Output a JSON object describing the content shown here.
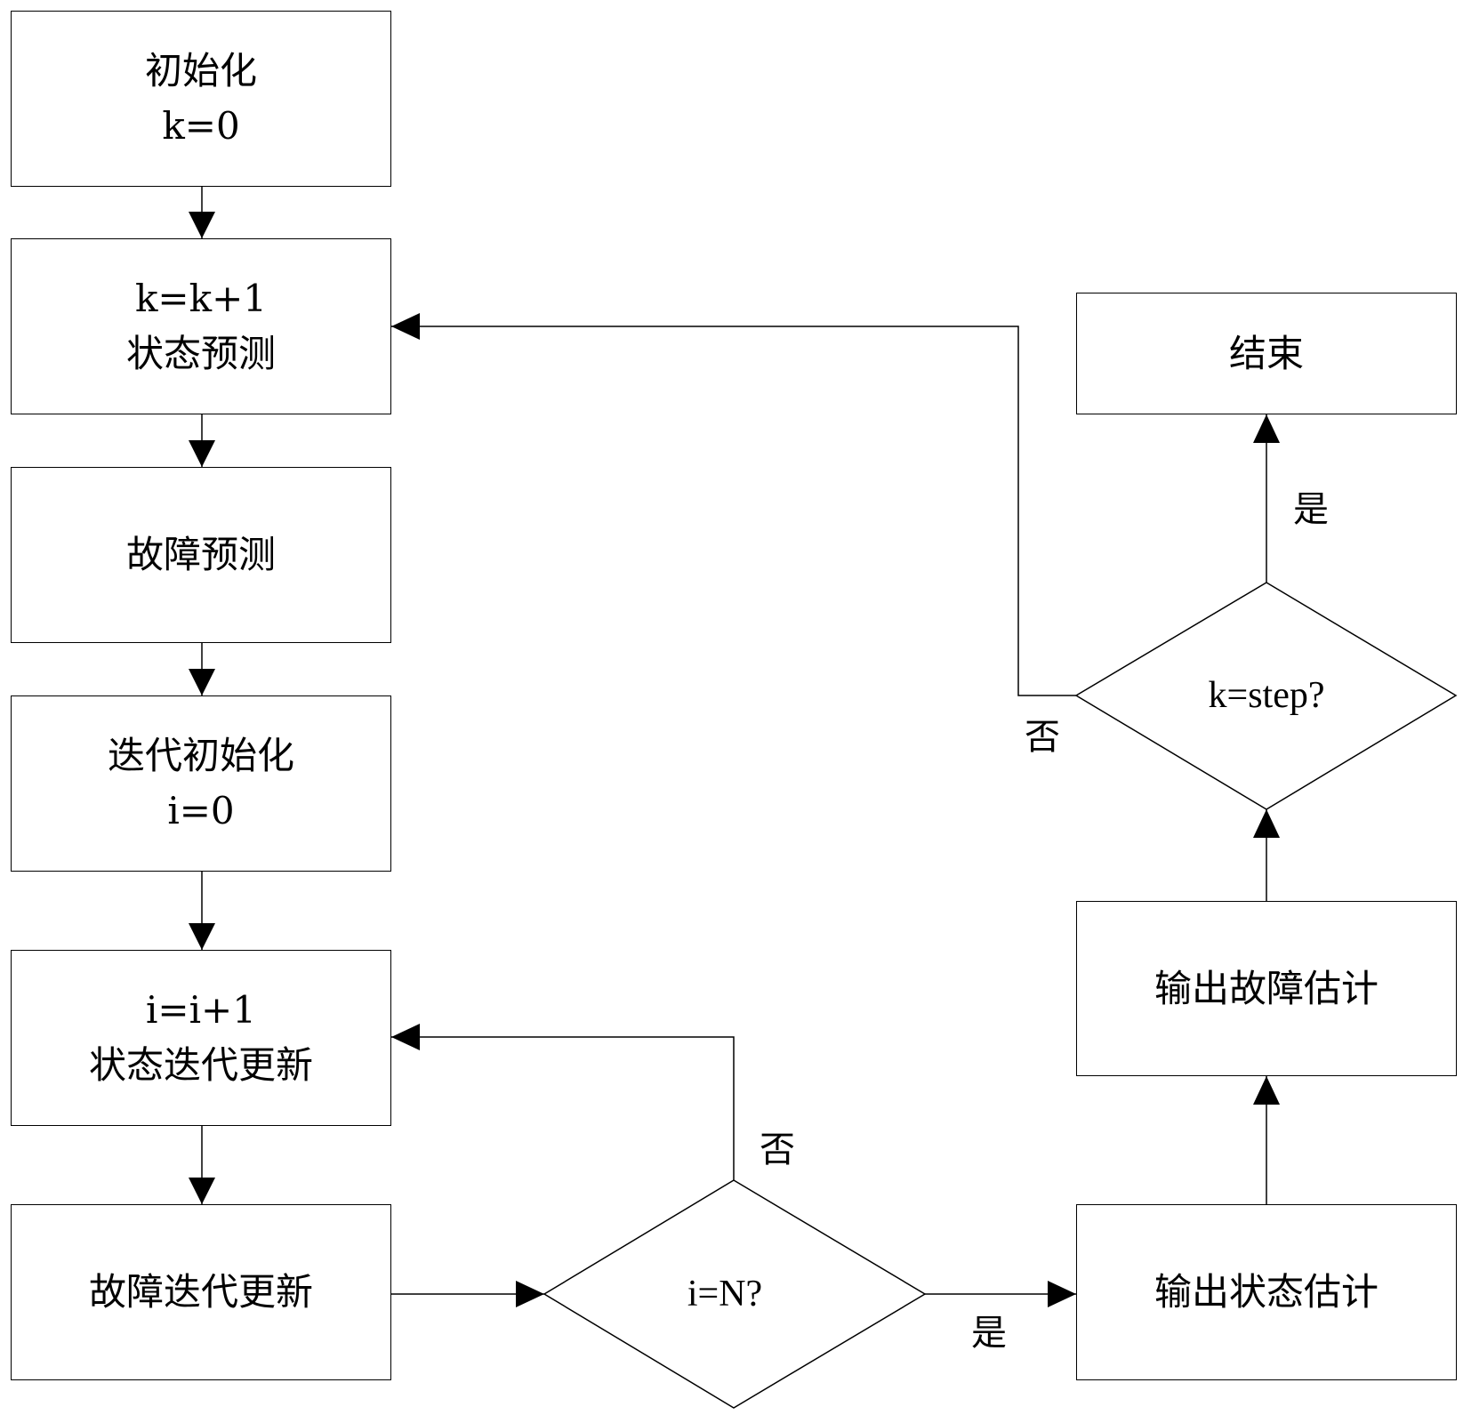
{
  "nodes": {
    "init": {
      "line1": "初始化",
      "line2": "k=0"
    },
    "state_predict": {
      "line1": "k=k+1",
      "line2": "状态预测"
    },
    "fault_predict": {
      "line1": "故障预测"
    },
    "iter_init": {
      "line1": "迭代初始化",
      "line2": "i=0"
    },
    "state_iter_update": {
      "line1": "i=i+1",
      "line2": "状态迭代更新"
    },
    "fault_iter_update": {
      "line1": "故障迭代更新"
    },
    "decision_i": {
      "text": "i=N?"
    },
    "output_state": {
      "line1": "输出状态估计"
    },
    "output_fault": {
      "line1": "输出故障估计"
    },
    "decision_k": {
      "text": "k=step?"
    },
    "end": {
      "line1": "结束"
    }
  },
  "edge_labels": {
    "i_yes": "是",
    "i_no": "否",
    "k_yes": "是",
    "k_no": "否"
  },
  "colors": {
    "stroke": "#000000",
    "background": "#ffffff"
  }
}
